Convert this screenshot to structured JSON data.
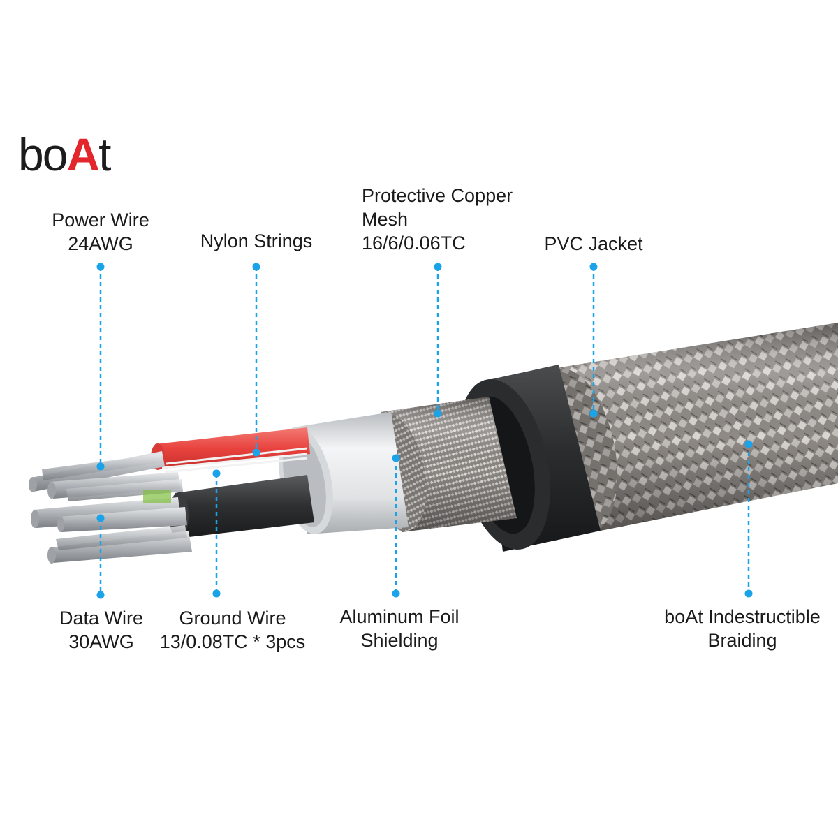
{
  "brand": {
    "logo_text": "boAt",
    "accent_color": "#e3262b"
  },
  "callouts": {
    "power_wire": [
      "Power Wire",
      "24AWG"
    ],
    "nylon_strings": [
      "Nylon Strings"
    ],
    "copper_mesh": [
      "Protective Copper",
      "Mesh",
      "16/6/0.06TC"
    ],
    "pvc_jacket": [
      "PVC Jacket"
    ],
    "data_wire": [
      "Data Wire",
      "30AWG"
    ],
    "ground_wire": [
      "Ground Wire",
      "13/0.08TC * 3pcs"
    ],
    "foil_shielding": [
      "Aluminum Foil",
      "Shielding"
    ],
    "braiding": [
      "boAt Indestructible",
      "Braiding"
    ]
  },
  "colors": {
    "leader_line": "#1aa3e8",
    "braid": "#b8b4b0",
    "pvc": "#2a2c2e",
    "foil": "#e4e6e8",
    "red_wire": "#e9433f",
    "black_wire": "#2d2f31",
    "copper": "#c9ccd0"
  }
}
